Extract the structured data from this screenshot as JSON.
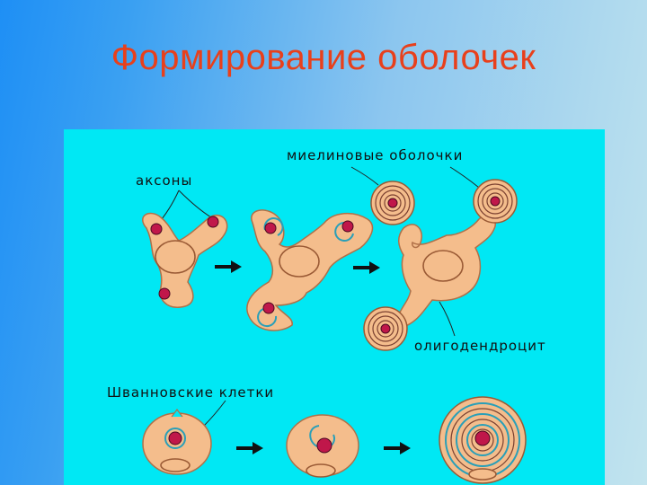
{
  "title": "Формирование оболочек",
  "labels": {
    "axons": "аксоны",
    "myelin_sheaths": "миелиновые оболочки",
    "oligodendrocyte": "олигодендроцит",
    "schwann_cells": "Шванновские клетки"
  },
  "colors": {
    "title": "#e8401c",
    "figure_background": "#00e8f4",
    "cell": "#f4bd8c",
    "axon": "#c0174a",
    "sheath": "#2a9fb8"
  }
}
